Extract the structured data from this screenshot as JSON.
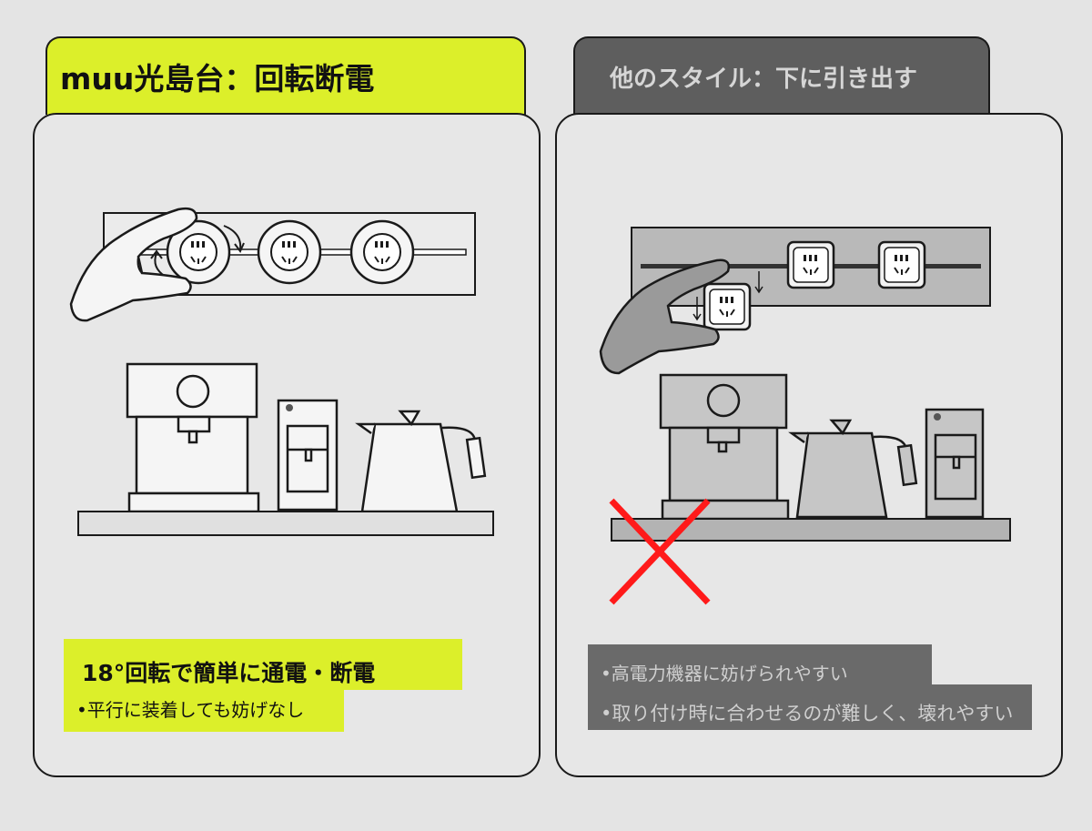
{
  "left": {
    "tab_title": "muu光島台：回転断電",
    "caption_heading": "18°回転で簡単に通電・断電",
    "caption_sub": "•平行に装着しても妨げなし"
  },
  "right": {
    "tab_title": "他のスタイル：下に引き出す",
    "caption_line1": "•高電力機器に妨げられやすい",
    "caption_line2": "•取り付け時に合わせるのが難しく、壊れやすい"
  },
  "colors": {
    "accent": "#dcef2a",
    "dark_tab": "#5e5e5e",
    "cross": "#ff1a1a",
    "background": "#e4e4e4"
  },
  "icons": [
    "hand-icon",
    "rotate-arrow-icon",
    "socket-icon",
    "coffee-machine-icon",
    "grinder-icon",
    "kettle-icon",
    "down-arrow-icon",
    "cross-mark-icon"
  ]
}
